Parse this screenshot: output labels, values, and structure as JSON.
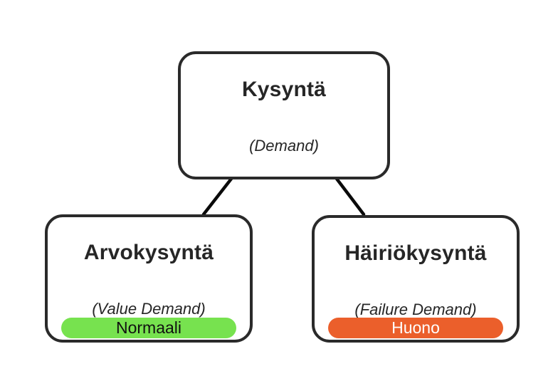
{
  "diagram": {
    "root": {
      "title": "Kysyntä",
      "subtitle": "(Demand)"
    },
    "children": [
      {
        "title": "Arvokysyntä",
        "subtitle": "(Value Demand)",
        "badge": {
          "label": "Normaali",
          "color": "#77e24f",
          "text_color": "#111111"
        }
      },
      {
        "title": "Häiriökysyntä",
        "subtitle": "(Failure Demand)",
        "badge": {
          "label": "Huono",
          "color": "#eb5f2b",
          "text_color": "#ffffff"
        }
      }
    ],
    "colors": {
      "background": "#ffffff",
      "node_border": "#2a2a2a",
      "connector": "#0a0a0a",
      "text": "#262626"
    }
  }
}
